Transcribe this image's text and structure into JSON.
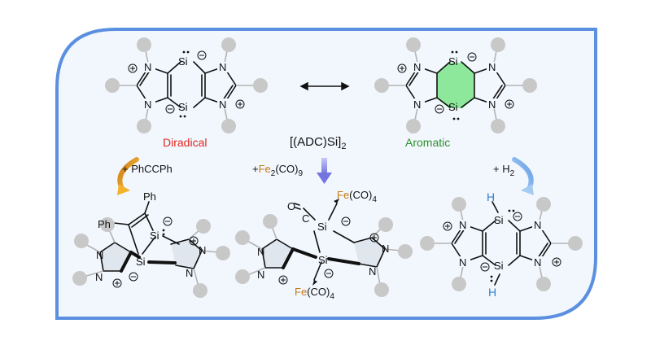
{
  "labels": {
    "diradical": "Diradical",
    "aromatic": "Aromatic",
    "precursor": "[(ADC)Si]",
    "precursor_sub": "2",
    "reagent_left": "+ PhCCPh",
    "reagent_mid_prefix": "+",
    "reagent_mid_fe": "Fe",
    "reagent_mid_sub1": "2",
    "reagent_mid_co": "(CO)",
    "reagent_mid_sub2": "9",
    "reagent_right": "+ H",
    "reagent_right_sub": "2"
  },
  "atoms": {
    "si": "Si",
    "n": "N",
    "ph": "Ph",
    "c": "C",
    "o": "O",
    "h": "H",
    "fe": "Fe",
    "co": "(CO)",
    "co_sub": "4"
  },
  "colors": {
    "frame": "#5b8fe0",
    "panel": "#f2f7fd",
    "diradical": "#e0261f",
    "aromatic": "#2c8f2c",
    "benzene_fill": "#8de89b",
    "iron": "#c47a14",
    "hydrogen": "#2e7fd1",
    "arrow_orange": "#f0a21a",
    "arrow_purple": "#8a8ae8",
    "arrow_blue": "#7fb3ef",
    "substituent": "#c8c8c8"
  }
}
